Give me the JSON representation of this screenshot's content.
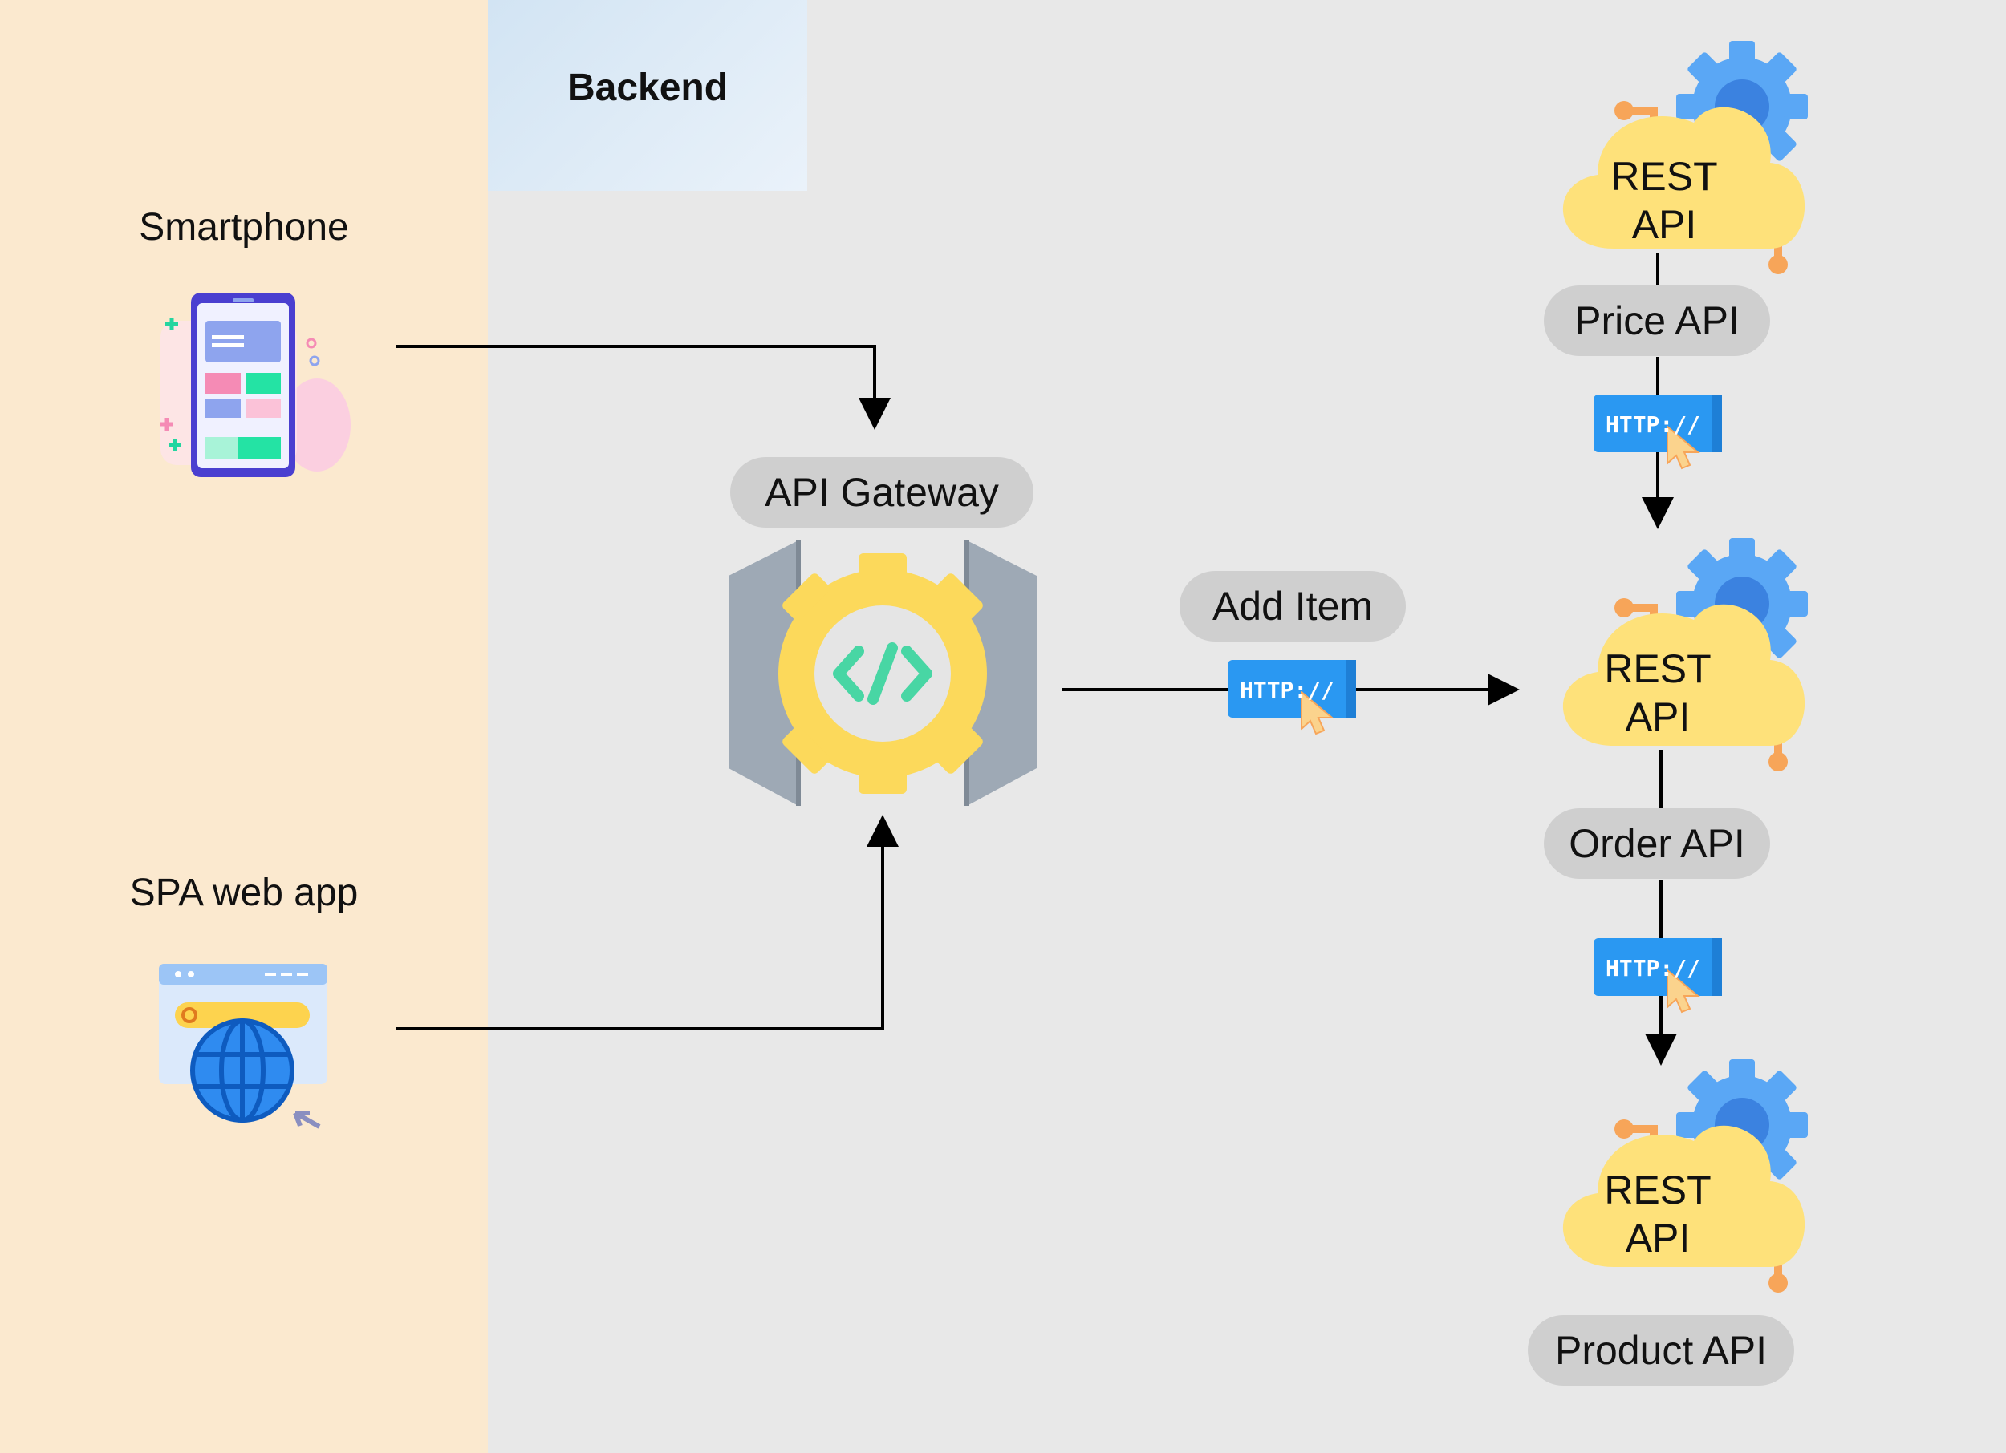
{
  "backend": {
    "label": "Backend"
  },
  "clients": {
    "smartphone": {
      "label": "Smartphone",
      "icon": "smartphone-icon"
    },
    "spa": {
      "label": "SPA web app",
      "icon": "web-browser-globe-icon"
    }
  },
  "gateway": {
    "label": "API Gateway",
    "icon": "api-gateway-icon"
  },
  "request": {
    "label": "Add Item",
    "badge": "HTTP://"
  },
  "services": [
    {
      "id": "price",
      "label": "Price API",
      "cloud_line1": "REST",
      "cloud_line2": "API",
      "icon": "rest-api-cloud-icon"
    },
    {
      "id": "order",
      "label": "Order API",
      "cloud_line1": "REST",
      "cloud_line2": "API",
      "icon": "rest-api-cloud-icon"
    },
    {
      "id": "product",
      "label": "Product API",
      "cloud_line1": "REST",
      "cloud_line2": "API",
      "icon": "rest-api-cloud-icon"
    }
  ],
  "http_badges": [
    "HTTP://",
    "HTTP://"
  ],
  "colors": {
    "client_zone": "#fbe9cf",
    "backend_zone": "#e8e8e8",
    "pill": "#cfcfcf",
    "cloud": "#fee17a",
    "gear": "#5aa7f5",
    "http_badge": "#2a98f2",
    "connector": "#f7a559"
  }
}
